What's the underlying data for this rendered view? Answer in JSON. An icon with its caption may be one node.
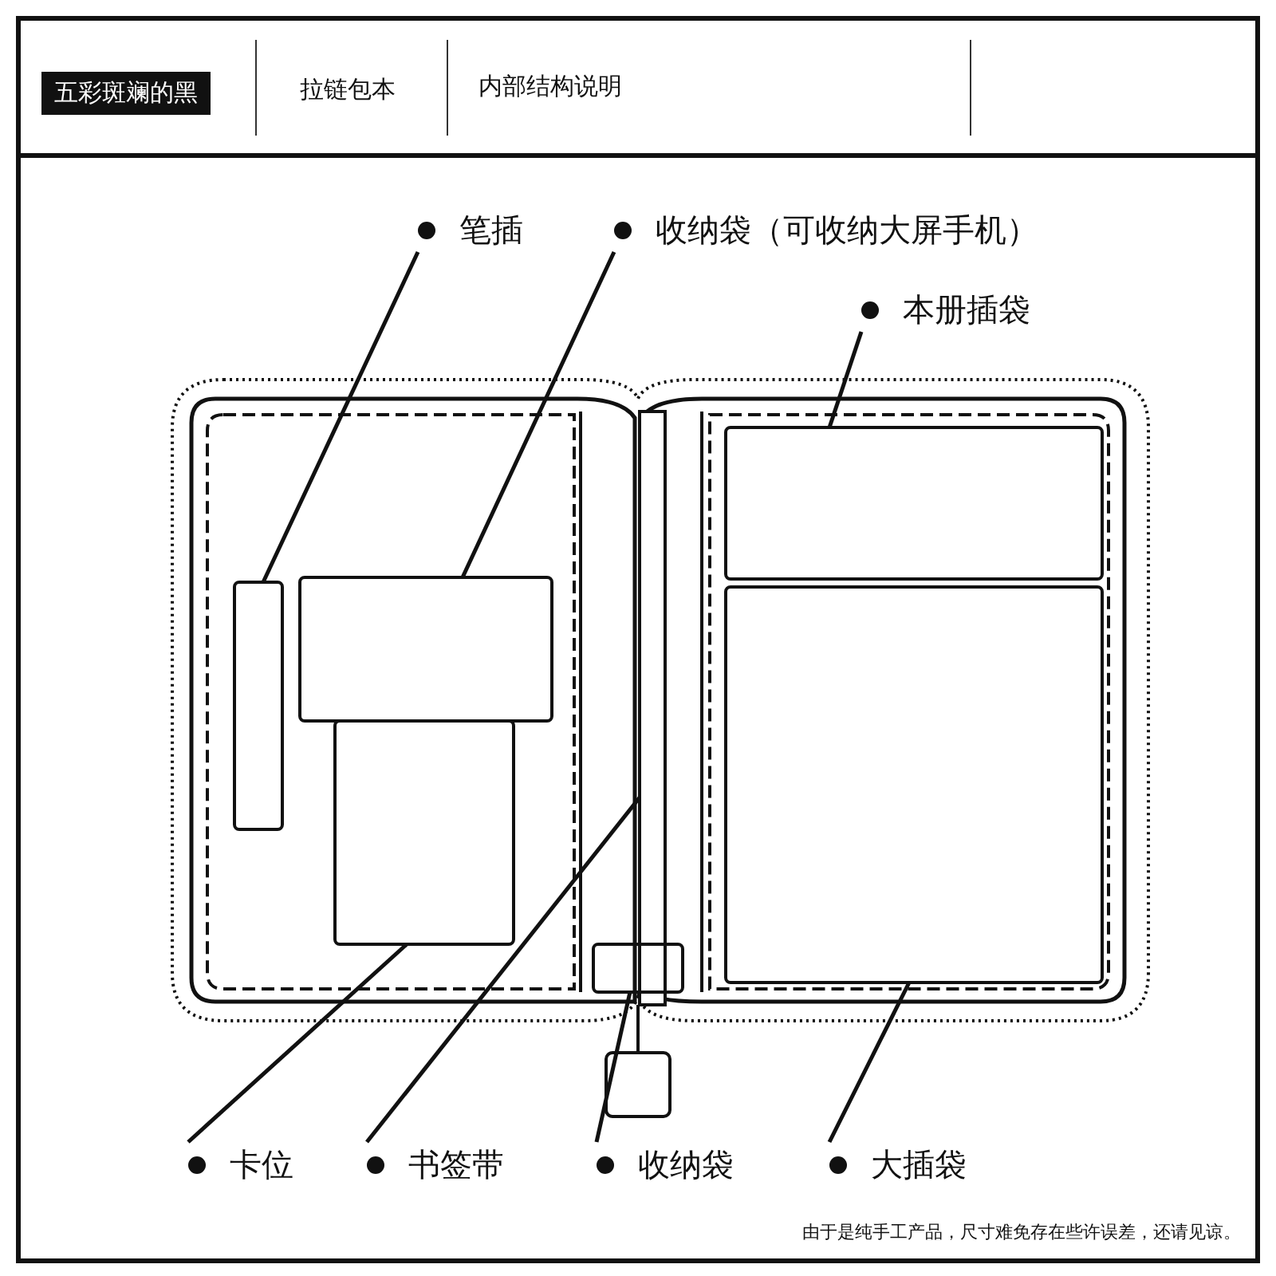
{
  "diagram": {
    "nodes": [
      {
        "text": [
          "笔插"
        ]
      },
      {
        "text": [
          "收纳袋（可收纳大屏手机）"
        ]
      },
      {
        "text": [
          "本册插袋"
        ]
      },
      {
        "text": [
          "卡位"
        ]
      },
      {
        "text": [
          "书签带"
        ]
      },
      {
        "text": [
          "收纳袋"
        ]
      },
      {
        "text": [
          "大插袋"
        ]
      },
      {
        "text": [],
        "shape": "box"
      },
      {
        "text": [],
        "shape": "box"
      },
      {
        "text": [],
        "shape": "box"
      },
      {
        "text": [],
        "shape": "box"
      },
      {
        "text": [],
        "shape": "bar"
      },
      {
        "text": [],
        "shape": "box"
      },
      {
        "text": [],
        "shape": "box"
      }
    ],
    "edges": [
      {
        "from": 0,
        "to": 7,
        "arrow": "none"
      },
      {
        "from": 1,
        "to": 8,
        "arrow": "none"
      },
      {
        "from": 2,
        "to": 9,
        "arrow": "none"
      },
      {
        "from": 3,
        "to": 10,
        "arrow": "none"
      },
      {
        "from": 4,
        "to": 11,
        "arrow": "none"
      },
      {
        "from": 5,
        "to": 12,
        "arrow": "none"
      },
      {
        "from": 6,
        "to": 13,
        "arrow": "none"
      }
    ],
    "labels": [
      "五彩斑斓的黑",
      "拉链包本",
      "内部结构说明",
      "由于是纯手工产品，尺寸难免存在些许误差，还请见谅。"
    ]
  }
}
